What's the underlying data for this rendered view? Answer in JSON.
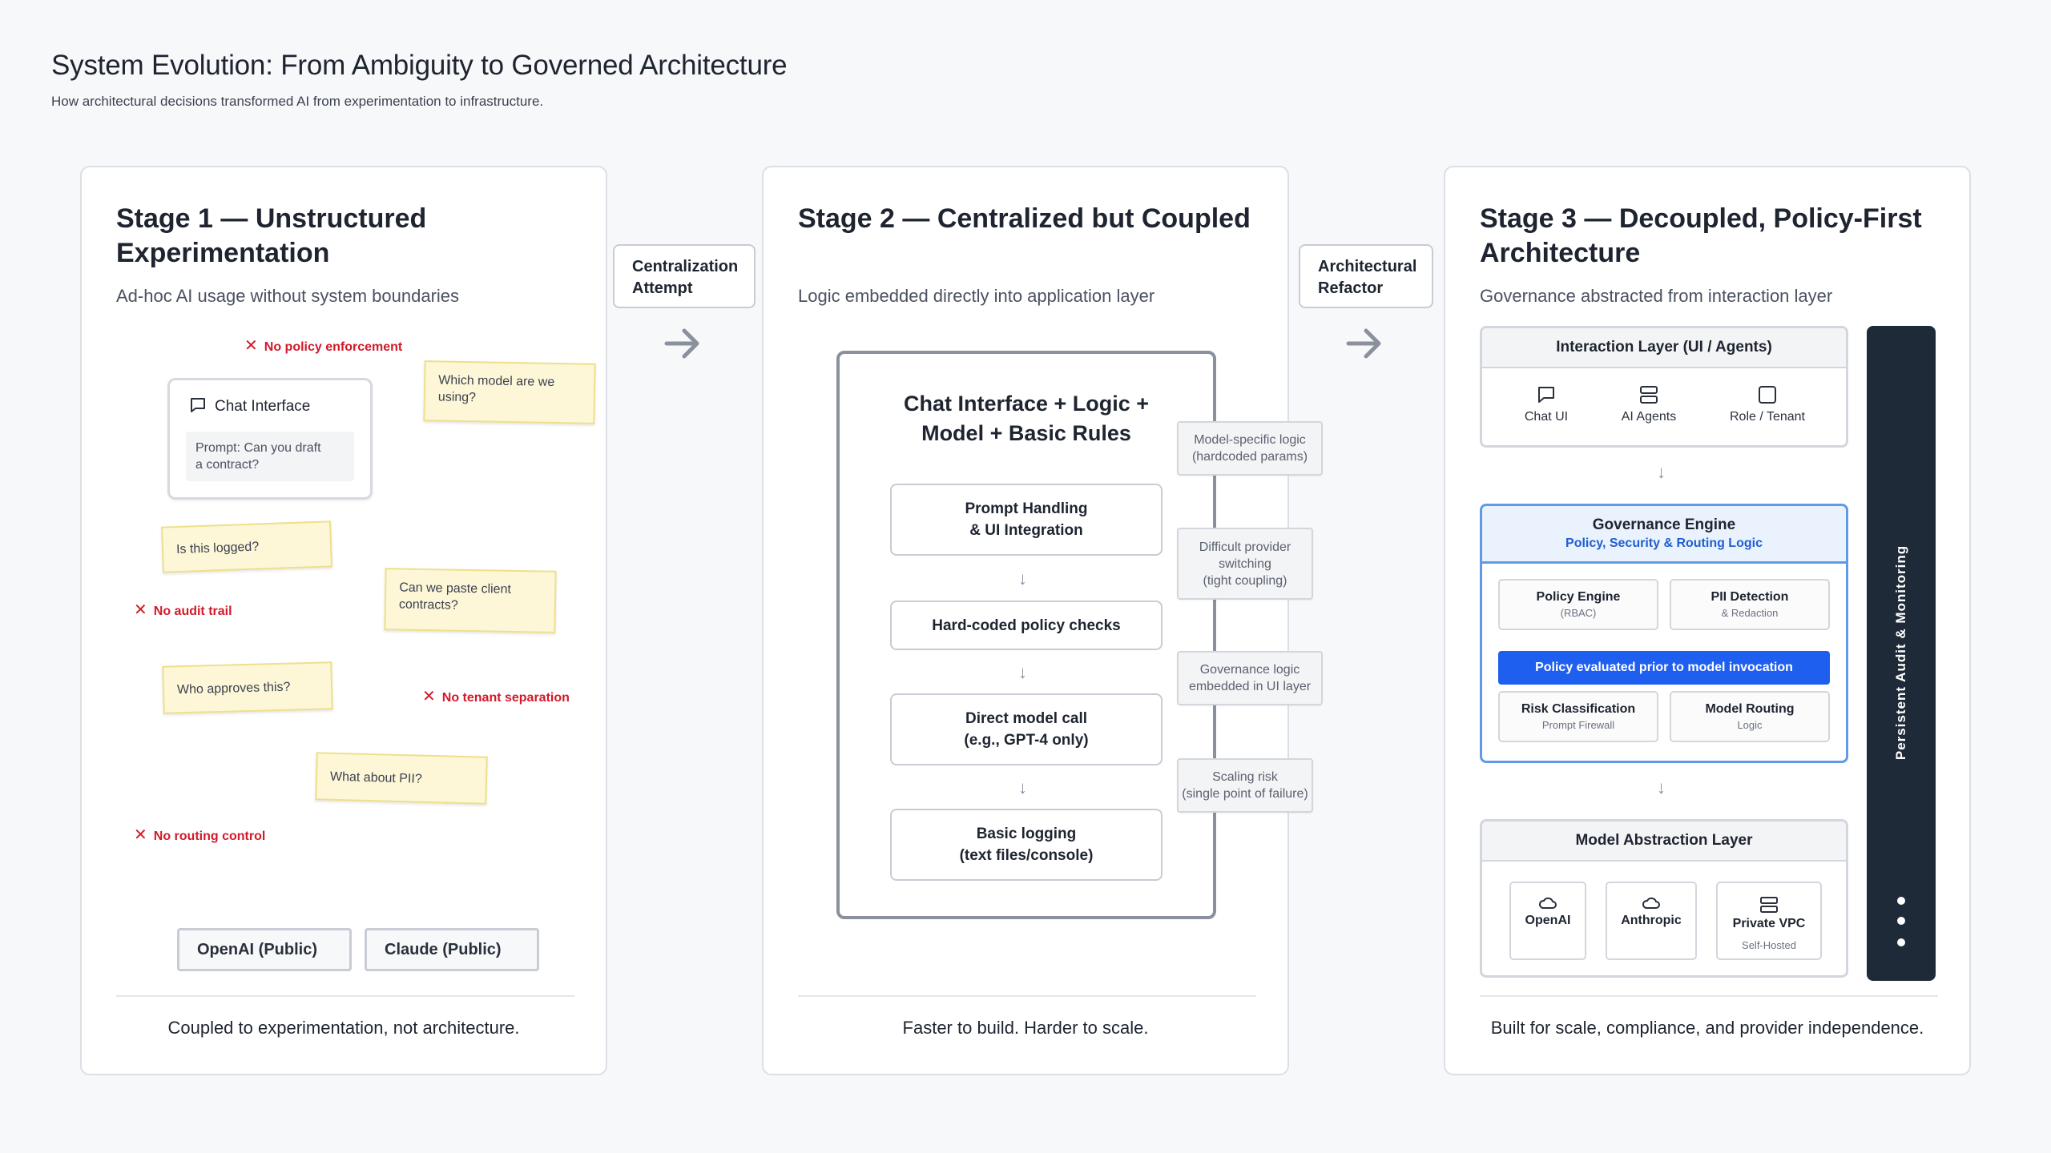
{
  "header": {
    "title": "System Evolution: From Ambiguity to Governed Architecture",
    "subtitle": "How architectural decisions transformed AI from experimentation to infrastructure."
  },
  "connectors": [
    {
      "label_line1": "Centralization",
      "label_line2": "Attempt",
      "icon": "arrow-right-icon"
    },
    {
      "label_line1": "Architectural",
      "label_line2": "Refactor",
      "icon": "arrow-right-icon"
    }
  ],
  "stage1": {
    "title": "Stage 1 — Unstructured Experimentation",
    "subtitle": "Ad-hoc AI usage without system boundaries",
    "flags": [
      "No policy enforcement",
      "No audit trail",
      "No tenant separation",
      "No routing control"
    ],
    "chat_title": "Chat Interface",
    "chat_prompt_line1": "Prompt: Can you draft",
    "chat_prompt_line2": "a contract?",
    "stickies": [
      {
        "line1": "Which model are we",
        "line2": "using?"
      },
      {
        "line1": "Is this logged?",
        "line2": ""
      },
      {
        "line1": "Can we paste client",
        "line2": "contracts?"
      },
      {
        "line1": "Who approves this?",
        "line2": ""
      },
      {
        "line1": "What about PII?",
        "line2": ""
      }
    ],
    "providers": [
      "OpenAI (Public)",
      "Claude (Public)"
    ],
    "footer": "Coupled to experimentation, not architecture."
  },
  "stage2": {
    "title": "Stage 2 — Centralized but Coupled",
    "subtitle": "Logic embedded directly into application layer",
    "box_title_line1": "Chat Interface + Logic +",
    "box_title_line2": "Model + Basic Rules",
    "steps": [
      {
        "line1": "Prompt Handling",
        "line2": "& UI Integration"
      },
      {
        "line1": "Hard-coded policy checks",
        "line2": ""
      },
      {
        "line1": "Direct model call",
        "line2": "(e.g., GPT-4 only)"
      },
      {
        "line1": "Basic logging",
        "line2": "(text files/console)"
      }
    ],
    "notes": [
      {
        "line1": "Model-specific logic",
        "line2": "(hardcoded params)",
        "line3": ""
      },
      {
        "line1": "Difficult provider",
        "line2": "switching",
        "line3": "(tight coupling)"
      },
      {
        "line1": "Governance logic",
        "line2": "embedded in UI layer",
        "line3": ""
      },
      {
        "line1": "Scaling risk",
        "line2": "(single point of failure)",
        "line3": ""
      }
    ],
    "footer": "Faster to build. Harder to scale."
  },
  "stage3": {
    "title": "Stage 3 — Decoupled, Policy-First Architecture",
    "subtitle": "Governance abstracted from interaction layer",
    "interaction_title": "Interaction Layer (UI / Agents)",
    "interaction_items": [
      {
        "label": "Chat UI",
        "icon": "chat-icon"
      },
      {
        "label": "AI Agents",
        "icon": "agents-icon"
      },
      {
        "label": "Role / Tenant",
        "icon": "role-icon"
      }
    ],
    "governance_title": "Governance Engine",
    "governance_subtitle": "Policy, Security & Routing Logic",
    "modules": [
      {
        "name": "Policy Engine",
        "detail": "(RBAC)"
      },
      {
        "name": "PII Detection",
        "detail": "& Redaction"
      },
      {
        "name": "Risk Classification",
        "detail": "Prompt Firewall"
      },
      {
        "name": "Model Routing",
        "detail": "Logic"
      }
    ],
    "policy_banner": "Policy evaluated prior to model invocation",
    "model_layer_title": "Model Abstraction Layer",
    "model_providers": [
      {
        "name": "OpenAI",
        "detail": "",
        "icon": "cloud-icon"
      },
      {
        "name": "Anthropic",
        "detail": "",
        "icon": "cloud-icon"
      },
      {
        "name": "Private VPC",
        "detail": "Self-Hosted",
        "icon": "server-icon"
      }
    ],
    "audit_label": "Persistent Audit & Monitoring",
    "footer": "Built for scale, compliance, and provider independence."
  },
  "colors": {
    "accent_blue": "#1f5ff0",
    "warning_red": "#d11a2a",
    "dark_bar": "#1f2a38",
    "sticky_yellow": "#fdf7d7"
  }
}
